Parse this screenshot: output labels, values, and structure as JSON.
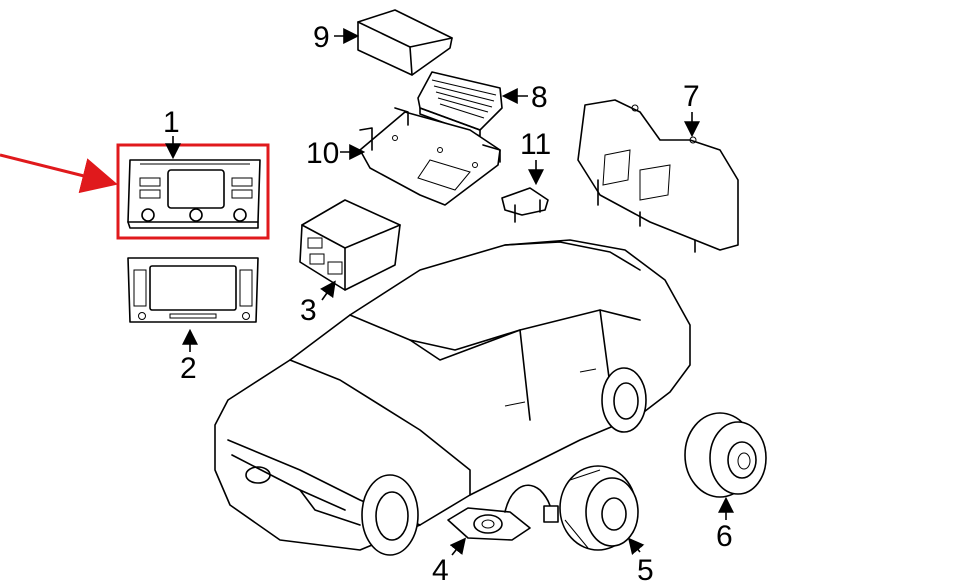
{
  "diagram": {
    "highlight_color": "#e0191c",
    "line_color": "#000000",
    "background": "#ffffff",
    "callouts": [
      {
        "id": "1",
        "label": "1"
      },
      {
        "id": "2",
        "label": "2"
      },
      {
        "id": "3",
        "label": "3"
      },
      {
        "id": "4",
        "label": "4"
      },
      {
        "id": "5",
        "label": "5"
      },
      {
        "id": "6",
        "label": "6"
      },
      {
        "id": "7",
        "label": "7"
      },
      {
        "id": "8",
        "label": "8"
      },
      {
        "id": "9",
        "label": "9"
      },
      {
        "id": "10",
        "label": "10"
      },
      {
        "id": "11",
        "label": "11"
      }
    ],
    "highlighted_part": "1"
  }
}
